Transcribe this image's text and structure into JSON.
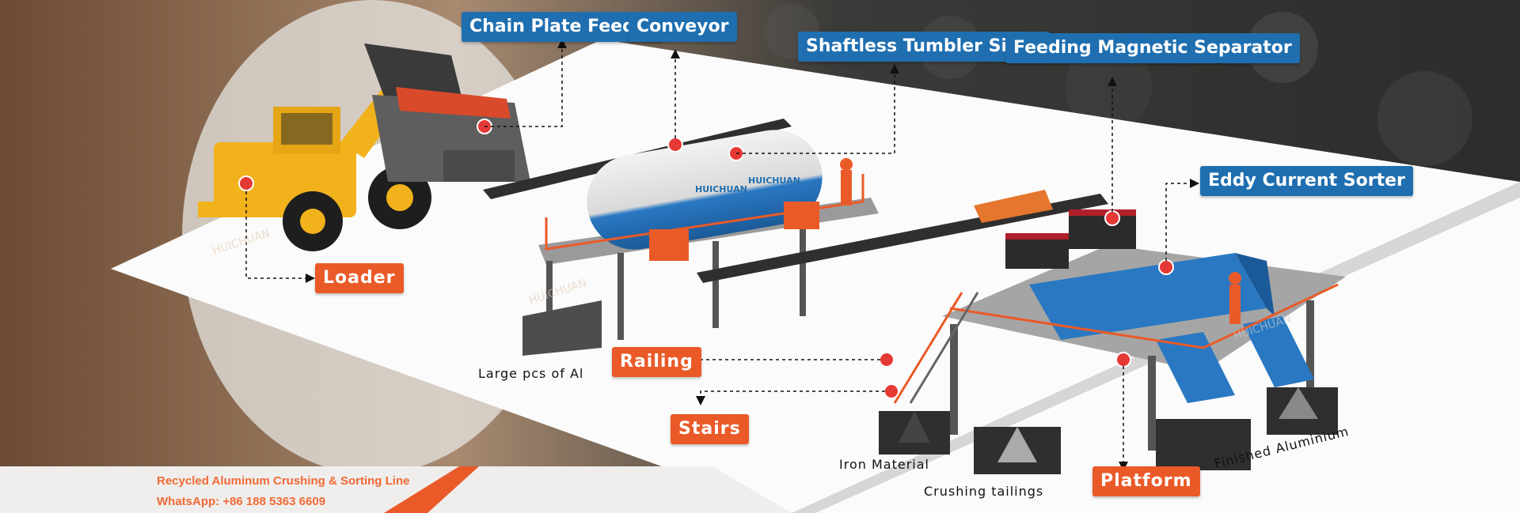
{
  "callouts": {
    "chain_plate_feeder": "Chain Plate Feeder",
    "conveyor": "Conveyor",
    "shaftless_tumbler_sieve": "Shaftless Tumbler Sieve",
    "feeding_magnetic_separator": "Feeding Magnetic Separator",
    "eddy_current_sorter": "Eddy Current Sorter",
    "loader": "Loader",
    "railing": "Railing",
    "stairs": "Stairs",
    "platform": "Platform"
  },
  "product_labels": {
    "large_pcs_al": "Large pcs of Al",
    "iron_material": "Iron Material",
    "crushing_tailings": "Crushing tailings",
    "finished_aluminium": "Finished Aluminium"
  },
  "brand": {
    "logo_text": "HUICHUAN"
  },
  "footer": {
    "line_title": "Recycled Aluminum Crushing & Sorting Line",
    "whatsapp": "WhatsApp: +86 188 5363 6609"
  },
  "colors": {
    "callout_blue": "#1f6fb0",
    "callout_orange": "#ea5a28",
    "marker_red": "#e53935",
    "machine_blue": "#2a78c2",
    "loader_yellow": "#f2b21b"
  }
}
